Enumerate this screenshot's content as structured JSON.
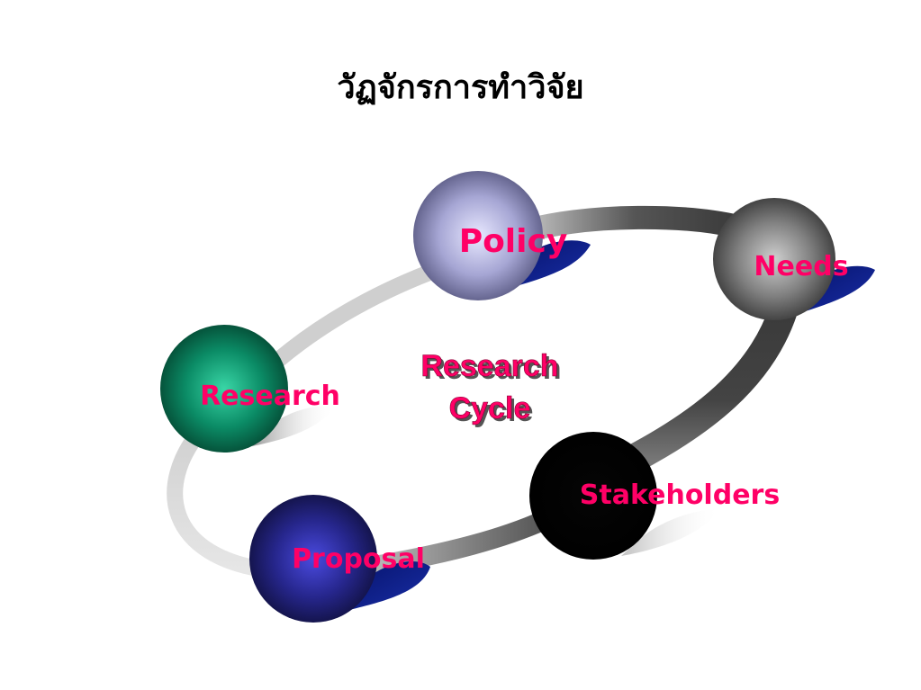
{
  "title": "วัฏจักรการทำวิจัย",
  "center": {
    "line1": "Research",
    "line2": "Cycle"
  },
  "nodes": {
    "policy": "Policy",
    "needs": "Needs",
    "research": "Research",
    "stakeholders": "Stakeholders",
    "proposal": "Proposal"
  },
  "colors": {
    "label": "#ff0066",
    "shadow_fin": "#0a1a80",
    "ring_dark": "#333333",
    "ring_light": "#dddddd",
    "policy_sphere": "#9a9ac8",
    "needs_sphere": "#6e6e6e",
    "research_sphere": "#0a8a62",
    "stakeholders_sphere": "#000000",
    "proposal_sphere": "#22227a"
  }
}
